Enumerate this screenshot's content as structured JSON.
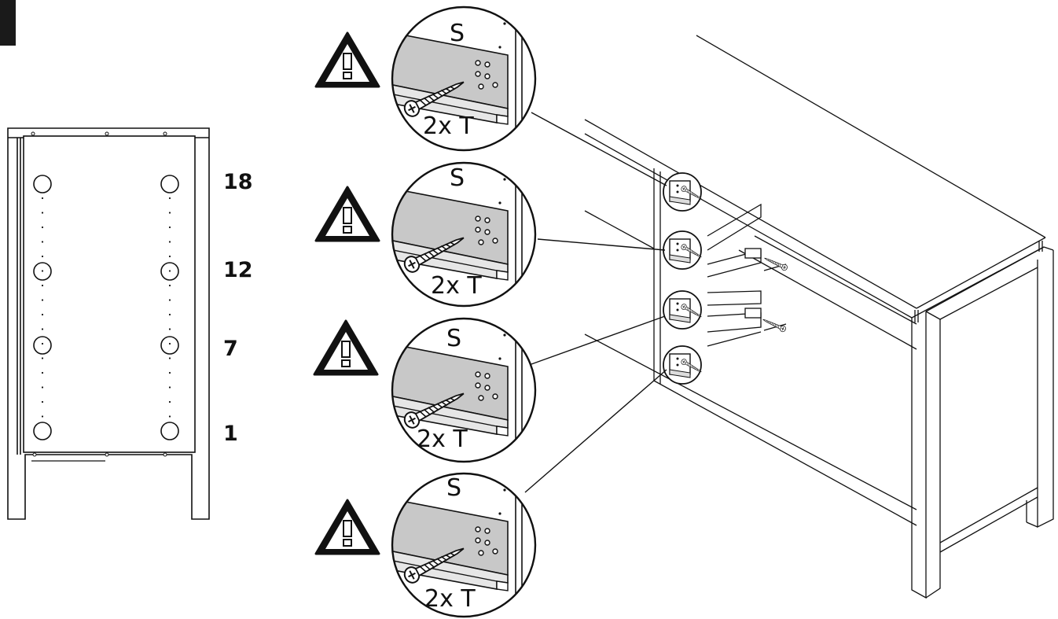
{
  "page_marker": {
    "color": "#1a1a1a"
  },
  "side_panel": {
    "hole_positions": [
      "18",
      "12",
      "7",
      "1"
    ]
  },
  "detail_steps": [
    {
      "part_label": "S",
      "quantity_label": "2x T",
      "warning_icon": "warning-icon"
    },
    {
      "part_label": "S",
      "quantity_label": "2x T",
      "warning_icon": "warning-icon"
    },
    {
      "part_label": "S",
      "quantity_label": "2x T",
      "warning_icon": "warning-icon"
    },
    {
      "part_label": "S",
      "quantity_label": "2x T",
      "warning_icon": "warning-icon"
    }
  ],
  "colors": {
    "line": "#111111",
    "rail_fill": "#c8c8c8",
    "background": "#ffffff"
  }
}
